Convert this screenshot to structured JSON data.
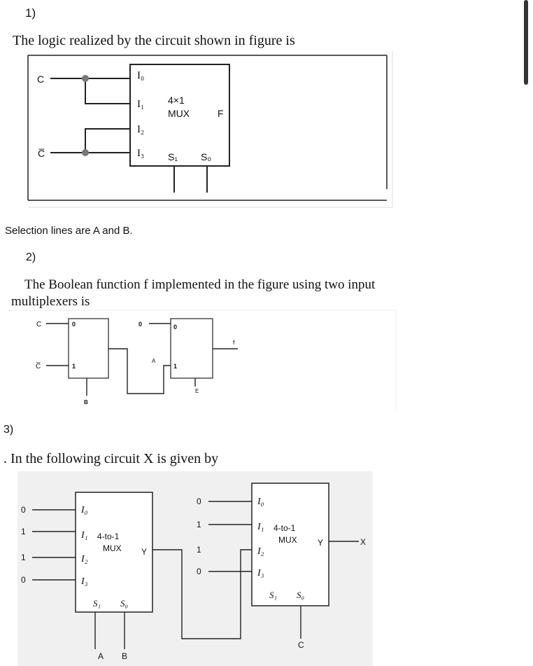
{
  "q1": {
    "number": "1)",
    "question": "The logic realized by the circuit shown in figure is",
    "inputs": {
      "top": "C",
      "bottom": "C̅"
    },
    "mux_inputs": [
      "I₀",
      "I₁",
      "I₂",
      "I₃"
    ],
    "mux_title": "4×1",
    "mux_subtitle": "MUX",
    "output": "F",
    "selects": [
      "S₁",
      "S₀"
    ],
    "note": "Selection lines are A and B."
  },
  "q2": {
    "number": "2)",
    "question_line1": "The Boolean function f implemented in the figure using two input",
    "question_line2": "multiplexers is",
    "mux1": {
      "input_top": "C",
      "input_bottom": "C̅",
      "pin0": "0",
      "pin1": "1",
      "select": "B"
    },
    "mux2": {
      "input_zero": "0",
      "input_a": "A",
      "pin0": "0",
      "pin1": "1",
      "select": "E",
      "output": "f"
    }
  },
  "q3": {
    "number": "3)",
    "question": ". In the following circuit X is given by",
    "mux1": {
      "input_values": [
        "0",
        "1",
        "1",
        "0"
      ],
      "pins": [
        "I₀",
        "I₁",
        "I₂",
        "I₃"
      ],
      "title": "4-to-1",
      "subtitle": "MUX",
      "output": "Y",
      "selects": [
        "S₁",
        "S₀"
      ],
      "select_inputs": [
        "A",
        "B"
      ]
    },
    "mux2": {
      "input_values": [
        "0",
        "1",
        "1",
        "0"
      ],
      "pins": [
        "I₀",
        "I₁",
        "I₂",
        "I₃"
      ],
      "title": "4-to-1",
      "subtitle": "MUX",
      "output": "Y",
      "selects": [
        "S₁",
        "S₀"
      ],
      "select_input": "C",
      "final_output": "X"
    }
  }
}
